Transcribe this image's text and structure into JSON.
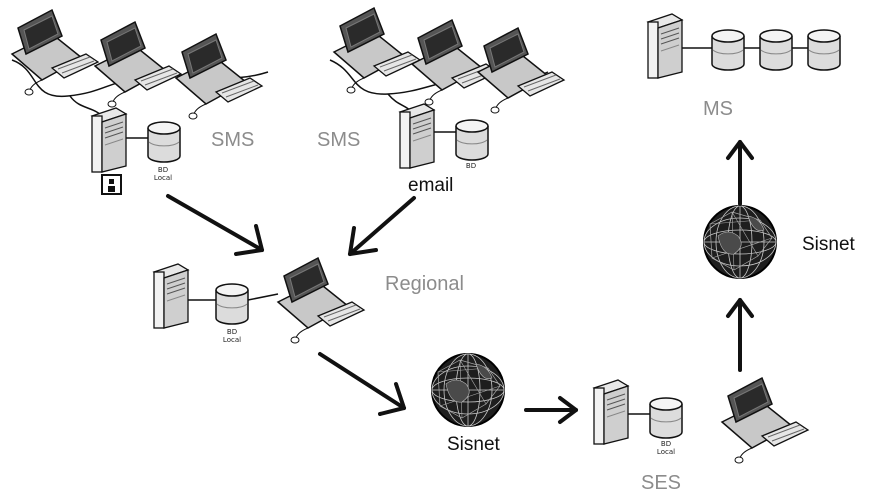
{
  "colors": {
    "label_gray": "#8c8c8c",
    "label_dark": "#111111",
    "line": "#111111"
  },
  "labels": {
    "sms_left": "SMS",
    "sms_right": "SMS",
    "email": "email",
    "ms": "MS",
    "regional": "Regional",
    "sisnet_right": "Sisnet",
    "sisnet_bottom": "Sisnet",
    "ses": "SES"
  },
  "db_captions": {
    "sms_left": [
      "BD",
      "Local"
    ],
    "sms_right": [
      "BD"
    ],
    "regional": [
      "BD",
      "Local"
    ],
    "ses": [
      "BD",
      "Local"
    ]
  },
  "icons": {
    "workstation": "workstation-icon",
    "server": "server-icon",
    "database": "database-icon",
    "globe": "globe-icon",
    "floppy": "floppy-disk-icon",
    "arrow": "arrow-icon"
  }
}
